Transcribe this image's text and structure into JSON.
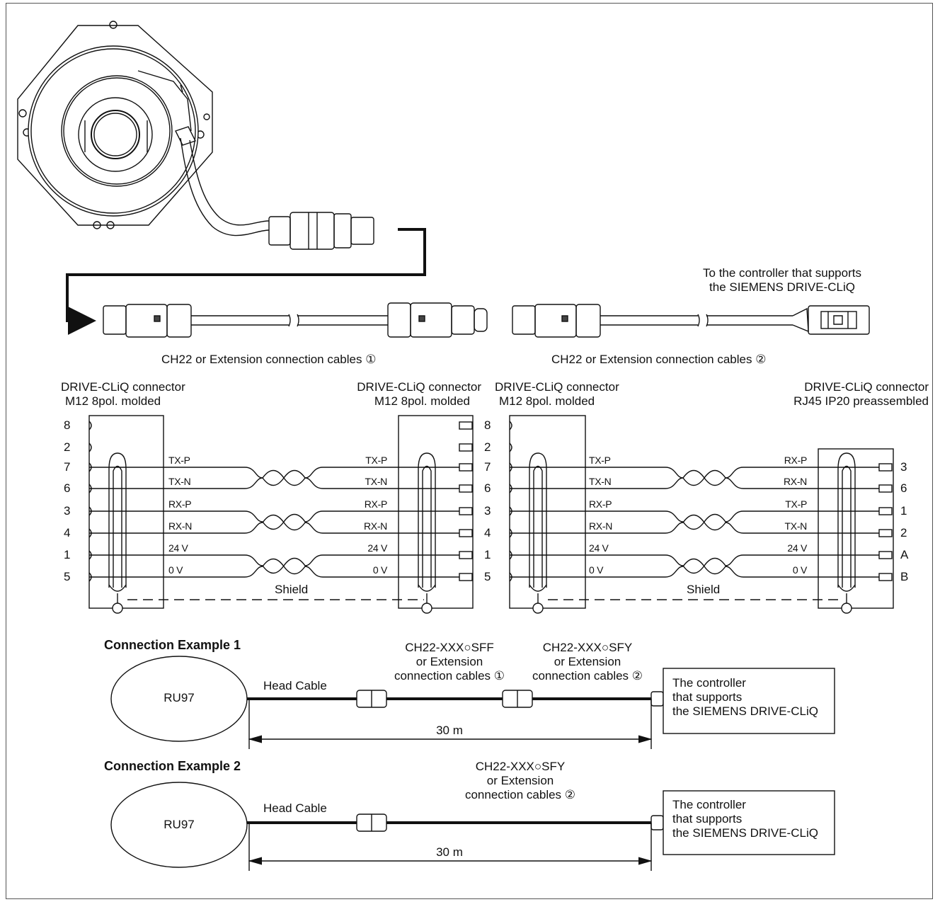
{
  "top": {
    "controller_note_line1": "To the controller that supports",
    "controller_note_line2": "the SIEMENS DRIVE-CLiQ",
    "cable1_caption": "CH22 or Extension connection cables ①",
    "cable2_caption": "CH22 or Extension connection cables ②"
  },
  "wiring": {
    "left": {
      "conn_a_line1": "DRIVE-CLiQ connector",
      "conn_a_line2": "M12 8pol. molded",
      "conn_b_line1": "DRIVE-CLiQ connector",
      "conn_b_line2": "M12 8pol. molded",
      "pins_left": [
        "8",
        "2",
        "7",
        "6",
        "3",
        "4",
        "1",
        "5"
      ],
      "signals_left": [
        "TX-P",
        "TX-N",
        "RX-P",
        "RX-N",
        "24 V",
        "0 V"
      ],
      "signals_right": [
        "TX-P",
        "TX-N",
        "RX-P",
        "RX-N",
        "24 V",
        "0 V"
      ],
      "shield": "Shield"
    },
    "right": {
      "conn_a_line1": "DRIVE-CLiQ connector",
      "conn_a_line2": "M12 8pol. molded",
      "conn_b_line1": "DRIVE-CLiQ connector",
      "conn_b_line2": "RJ45 IP20 preassembled",
      "pins_left": [
        "8",
        "2",
        "7",
        "6",
        "3",
        "4",
        "1",
        "5"
      ],
      "pins_right": [
        "3",
        "6",
        "1",
        "2",
        "A",
        "B"
      ],
      "signals_left": [
        "TX-P",
        "TX-N",
        "RX-P",
        "RX-N",
        "24 V",
        "0 V"
      ],
      "signals_right": [
        "RX-P",
        "RX-N",
        "TX-P",
        "TX-N",
        "24 V",
        "0 V"
      ],
      "shield": "Shield"
    }
  },
  "example1": {
    "title": "Connection Example 1",
    "device": "RU97",
    "head_cable": "Head Cable",
    "cable1": "CH22-XXX○SFF\nor Extension\nconnection cables ①",
    "cable2": "CH22-XXX○SFY\nor Extension\nconnection cables ②",
    "controller": "The controller\nthat supports\nthe SIEMENS DRIVE-CLiQ",
    "length": "30 m"
  },
  "example2": {
    "title": "Connection Example 2",
    "device": "RU97",
    "head_cable": "Head Cable",
    "cable": "CH22-XXX○SFY\nor Extension\nconnection cables ②",
    "controller": "The controller\nthat supports\nthe SIEMENS DRIVE-CLiQ",
    "length": "30 m"
  }
}
